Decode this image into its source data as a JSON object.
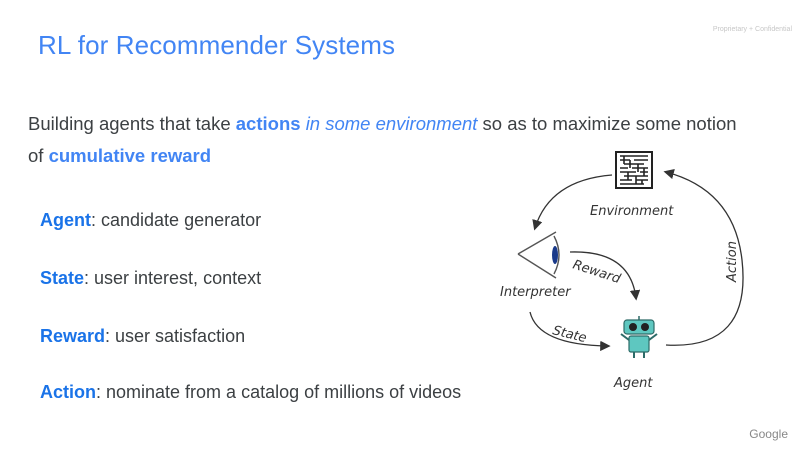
{
  "slide": {
    "title": "RL for Recommender Systems",
    "confidential": "Proprietary + Confidential",
    "intro": {
      "prefix": "Building agents that take ",
      "kw1": "actions",
      "mid1": " ",
      "kw2": "in some",
      "mid2": " ",
      "kw3": "environment",
      "suffix": " so as to maximize some notion of ",
      "kw4": "cumulative reward"
    },
    "bullets": [
      {
        "term": "Agent",
        "text": ": candidate generator"
      },
      {
        "term": "State",
        "text": ": user interest, context"
      },
      {
        "term": "Reward",
        "text": ": user satisfaction"
      },
      {
        "term": "Action",
        "text": ": nominate from a catalog of millions of videos"
      }
    ],
    "diagram": {
      "environment": "Environment",
      "interpreter": "Interpreter",
      "agent": "Agent",
      "reward": "Reward",
      "state": "State",
      "action": "Action"
    },
    "footer": "Google"
  },
  "colors": {
    "accent": "#4285f4",
    "text": "#3c4043"
  }
}
